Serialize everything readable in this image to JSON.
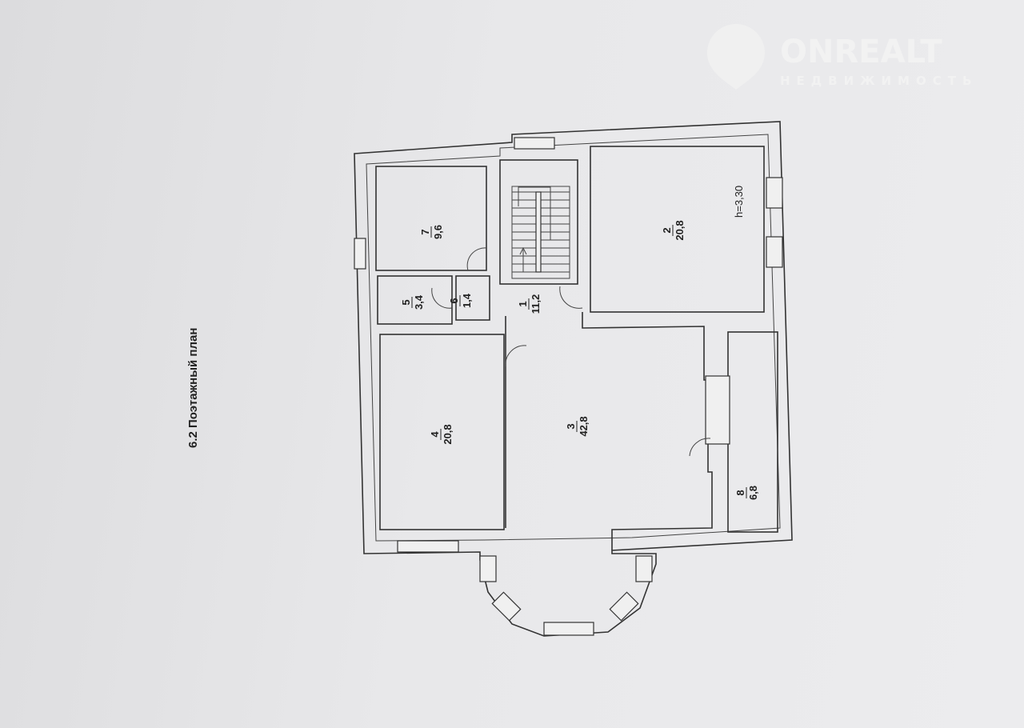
{
  "title": "6.2 Поэтажный план",
  "watermark": {
    "brand": "ONREALT",
    "tagline": "НЕДВИЖИМОСТЬ"
  },
  "ceiling_height": "h=3,30",
  "rooms": [
    {
      "number": "1",
      "area": "11,2"
    },
    {
      "number": "2",
      "area": "20,8"
    },
    {
      "number": "3",
      "area": "42,8"
    },
    {
      "number": "4",
      "area": "20,8"
    },
    {
      "number": "5",
      "area": "3,4"
    },
    {
      "number": "6",
      "area": "1,4"
    },
    {
      "number": "7",
      "area": "9,6"
    },
    {
      "number": "8",
      "area": "6,8"
    }
  ]
}
